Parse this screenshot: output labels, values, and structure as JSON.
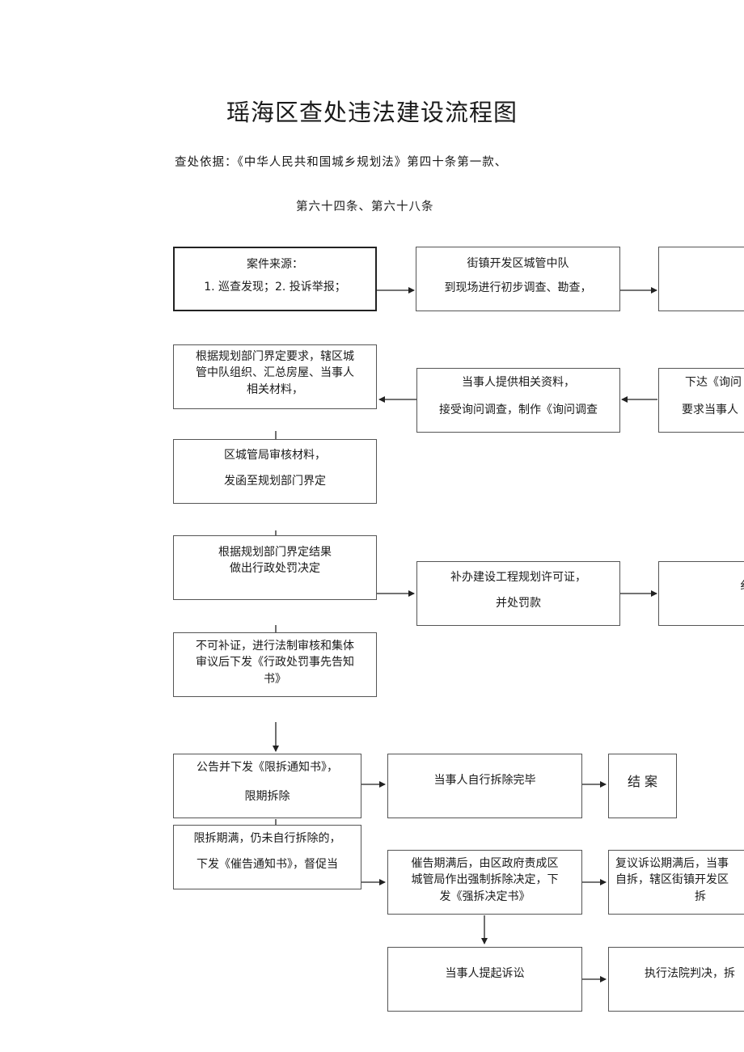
{
  "title": "瑶海区查处违法建设流程图",
  "basis": {
    "line1": "查处依据：《中华人民共和国城乡规划法》第四十条第一款、",
    "line2": "第六十四条、第六十八条"
  },
  "boxes": {
    "source": [
      "案件来源：",
      "1. 巡查发现；2. 投诉举报；"
    ],
    "initial_check": [
      "街镇开发区城管中队",
      "到现场进行初步调查、勘查，"
    ],
    "notice_right": [
      "下达《询问",
      "要求当事人"
    ],
    "provide": [
      "当事人提供相关资料，",
      "接受询问调查，制作《询问调查"
    ],
    "organize": [
      "根据规划部门界定要求，辖区城",
      "管中队组织、汇总房屋、当事人",
      "相关材料，"
    ],
    "review": [
      "区城管局审核材料，",
      "发函至规划部门界定"
    ],
    "decision": [
      "根据规划部门界定结果",
      "做出行政处罚决定"
    ],
    "permit": [
      "补办建设工程规划许可证，",
      "并处罚款"
    ],
    "permit_right": [
      "纟"
    ],
    "cannot": [
      "不可补证，进行法制审核和集体",
      "审议后下发《行政处罚事先告知",
      "书》"
    ],
    "announce": [
      "公告并下发《限拆通知书》，",
      "限期拆除"
    ],
    "self_demolish": [
      "当事人自行拆除完毕"
    ],
    "close": [
      "结  案"
    ],
    "overdue": [
      "限拆期满，仍未自行拆除的，",
      "下发《催告通知书》，督促当"
    ],
    "enforce": [
      "催告期满后，由区政府责成区",
      "城管局作出强制拆除决定，下",
      "发《强拆决定书》"
    ],
    "reconsider": [
      "复议诉讼期满后，当事",
      "自拆，辖区街镇开发区",
      "拆"
    ],
    "lawsuit": [
      "当事人提起诉讼"
    ],
    "court": [
      "执行法院判决，拆"
    ]
  }
}
